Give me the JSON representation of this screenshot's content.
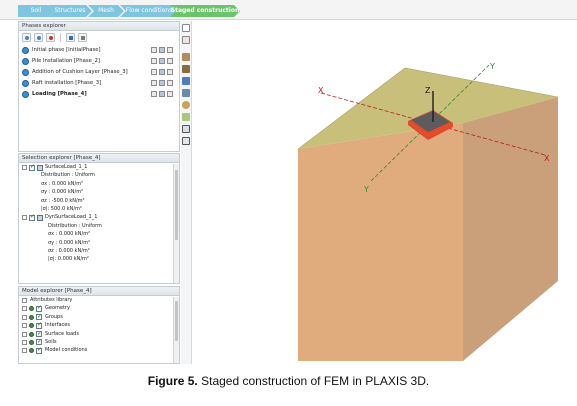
{
  "steps": [
    {
      "label": "Soil"
    },
    {
      "label": "Structures"
    },
    {
      "label": "Mesh"
    },
    {
      "label": "Flow conditions"
    },
    {
      "label": "Staged construction",
      "active": true
    }
  ],
  "phases_explorer": {
    "title": "Phases explorer",
    "phases": [
      {
        "label": "Initial phase [InitialPhase]",
        "bold": false
      },
      {
        "label": "Pile Installation [Phase_2]",
        "bold": false
      },
      {
        "label": "Addition of Cushion Layer [Phase_3]",
        "bold": false
      },
      {
        "label": "Raft installation [Phase_3]",
        "bold": false
      },
      {
        "label": "Loading [Phase_4]",
        "bold": true
      }
    ]
  },
  "selection_explorer": {
    "title": "Selection explorer [Phase_4]",
    "rows": [
      {
        "text": "SurfaceLoad_1_1",
        "level": 1,
        "exp": true,
        "chk": true,
        "icon": true
      },
      {
        "text": "Distribution : Uniform",
        "level": 2
      },
      {
        "text": "σx : 0.000 kN/m²",
        "level": 2
      },
      {
        "text": "σy : 0.000 kN/m²",
        "level": 2
      },
      {
        "text": "σz : -500.0 kN/m²",
        "level": 2
      },
      {
        "text": "|σ|: 500.0 kN/m²",
        "level": 2
      },
      {
        "text": "DynSurfaceLoad_1_1",
        "level": 1,
        "exp": true,
        "chk": true,
        "icon": true
      },
      {
        "text": "Distribution : Uniform",
        "level": 3
      },
      {
        "text": "σx : 0.000 kN/m²",
        "level": 3
      },
      {
        "text": "σy : 0.000 kN/m²",
        "level": 3
      },
      {
        "text": "σz : 0.000 kN/m²",
        "level": 3
      },
      {
        "text": "|σ|: 0.000 kN/m²",
        "level": 3
      }
    ]
  },
  "model_explorer": {
    "title": "Model explorer [Phase_4]",
    "rows": [
      {
        "text": "Attributes library",
        "chk": false
      },
      {
        "text": "Geometry",
        "chk": true
      },
      {
        "text": "Groups",
        "chk": true
      },
      {
        "text": "Interfaces",
        "chk": true
      },
      {
        "text": "Surface loads",
        "chk": true
      },
      {
        "text": "Soils",
        "chk": true
      },
      {
        "text": "Model conditions",
        "chk": true
      }
    ]
  },
  "view3d": {
    "axis_labels": {
      "x": "X",
      "y": "Y",
      "z": "Z"
    },
    "colors": {
      "soil_top": "#c8c07a",
      "soil_front": "#e0ac7e",
      "soil_side": "#caa07a",
      "raft_top": "#5c5c5c",
      "raft_side": "#e24a2a",
      "x_axis": "#b22222",
      "y_axis": "#2e8b2e",
      "z_axis": "#1a1a2e"
    }
  },
  "caption": {
    "figure_label": "Figure 5.",
    "text": "Staged construction of FEM in PLAXIS 3D."
  }
}
